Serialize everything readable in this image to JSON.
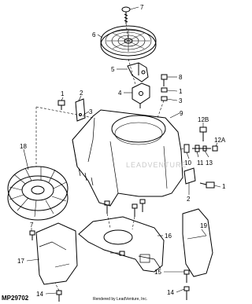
{
  "diagram_code": "MP29702",
  "render_credit": "Rendered by LeadVenture, Inc.",
  "watermark": "LEADVENTURE",
  "callouts": [
    "7",
    "6",
    "5",
    "8",
    "1",
    "3",
    "4",
    "2",
    "1",
    "3",
    "9",
    "12B",
    "18",
    "10",
    "11",
    "13",
    "12A",
    "2",
    "1",
    "7",
    "16",
    "19",
    "17",
    "15",
    "14",
    "14"
  ]
}
